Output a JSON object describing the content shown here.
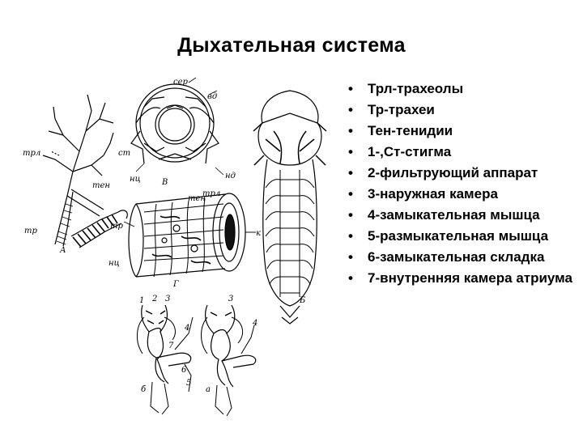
{
  "slide": {
    "title": "Дыхательная система"
  },
  "legend": {
    "bullet": "•",
    "items": [
      "Трл-трахеолы",
      "Тр-трахеи",
      "Тен-тенидии",
      "1-,Ст-стигма",
      "2-фильтрующий аппарат",
      "3-наружная камера",
      "4-замыкательная мышца",
      "5-размыкательная мышца",
      "6-замыкательная складка",
      "7-внутренняя камера атриума"
    ]
  },
  "figure": {
    "label_ser": "сер",
    "label_vd": "вд",
    "label_trl_a": "трл",
    "label_st": "ст",
    "label_nd": "нд",
    "label_ten_a": "тен",
    "label_tr_a": "тр",
    "label_A": "А",
    "label_nc_top": "нц",
    "label_V": "В",
    "label_trl_g": "трл",
    "label_ten_g": "тен",
    "label_tr_g": "тр",
    "label_k": "к",
    "label_nc_bottom": "нц",
    "label_G": "Г",
    "label_B_insect": "Б",
    "label_n1": "1",
    "label_n2": "2",
    "label_n3": "3",
    "label_n4": "4",
    "label_n5": "5",
    "label_n6": "6",
    "label_n7": "7",
    "label_B_small": "б",
    "label_n3_right": "3",
    "label_n4_right": "4",
    "label_a_small": "а"
  }
}
